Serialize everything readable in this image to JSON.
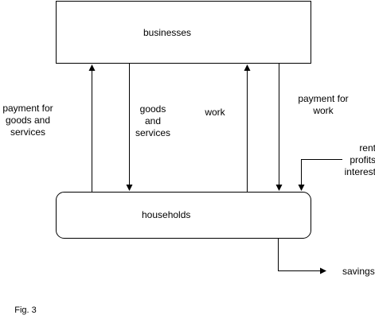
{
  "nodes": {
    "businesses": "businesses",
    "households": "households"
  },
  "flows": {
    "payment_goods": [
      "payment for",
      "goods and",
      "services"
    ],
    "goods_services": [
      "goods",
      "and",
      "services"
    ],
    "work": [
      "work"
    ],
    "payment_work": [
      "payment for",
      "work"
    ],
    "rent_profits_interest": [
      "rent",
      "profits",
      "interest"
    ],
    "savings": [
      "savings"
    ]
  },
  "caption": "Fig. 3"
}
